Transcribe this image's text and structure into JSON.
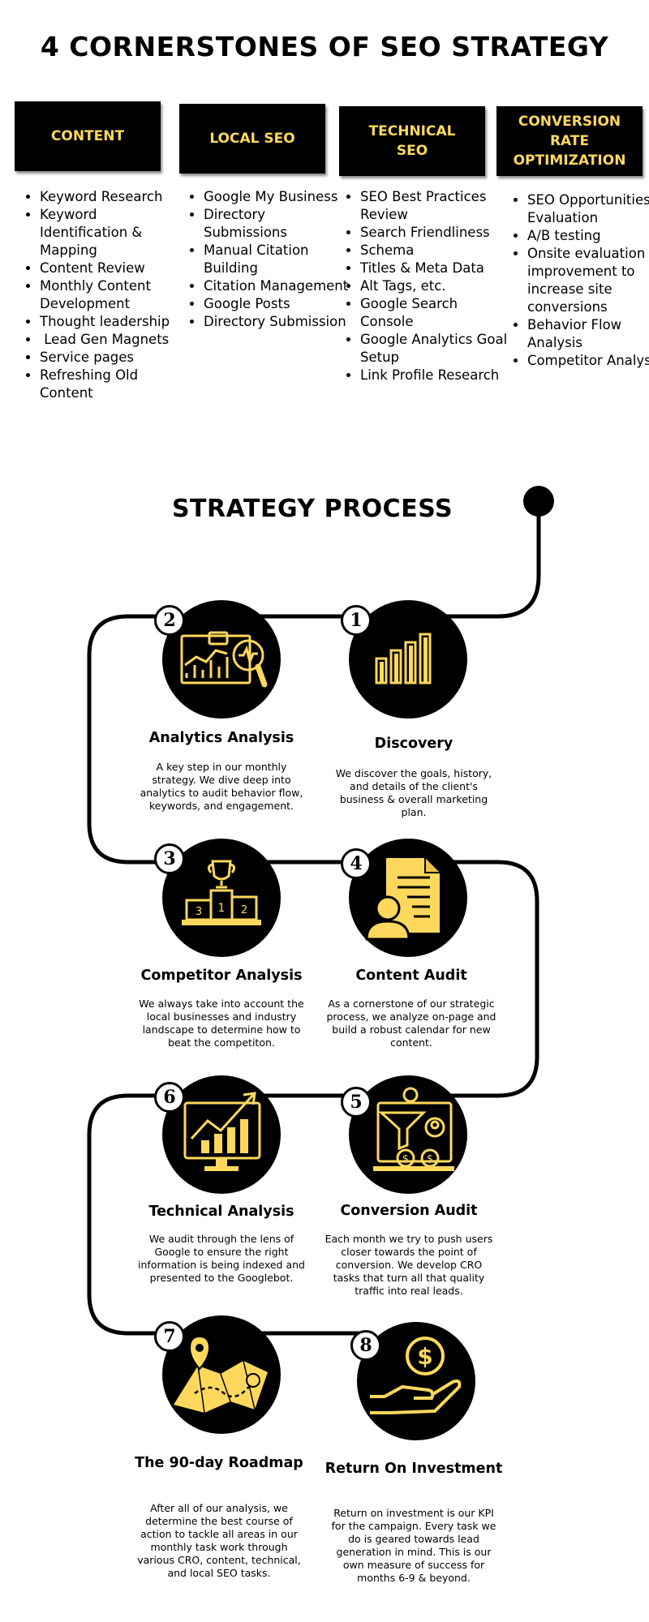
{
  "title": "4 CORNERSTONES OF SEO STRATEGY",
  "pillars": [
    {
      "label": "CONTENT",
      "items": [
        "Keyword Research",
        "Keyword Identification & Mapping",
        "Content Review",
        "Monthly Content Development",
        "Thought leadership",
        " Lead Gen Magnets",
        "Service pages",
        "Refreshing Old Content"
      ]
    },
    {
      "label": "LOCAL SEO",
      "items": [
        "Google My Business",
        "Directory Submissions",
        "Manual Citation Building",
        "Citation Management",
        "Google Posts",
        "Directory Submission"
      ]
    },
    {
      "label": "TECHNICAL SEO",
      "items": [
        "SEO Best Practices Review",
        "Search Friendliness",
        "Schema",
        "Titles & Meta Data",
        "Alt Tags, etc.",
        "Google Search Console",
        "Google Analytics Goal Setup",
        "Link Profile Research"
      ]
    },
    {
      "label": "CONVERSION RATE OPTIMIZATION",
      "items": [
        "SEO Opportunities Evaluation",
        "A/B testing",
        "Onsite evaluation & improvement to increase site conversions",
        "Behavior Flow Analysis",
        "Competitor Analysis"
      ]
    }
  ],
  "process_title": "STRATEGY PROCESS",
  "steps": [
    {
      "number": "1",
      "title": "Discovery",
      "description": "We discover the goals, history, and details of the client's business & overall marketing plan.",
      "icon": "bar-chart-icon"
    },
    {
      "number": "2",
      "title": "Analytics Analysis",
      "description": "A key step in our monthly strategy. We dive deep into analytics to audit behavior flow, keywords, and engagement.",
      "icon": "analytics-dashboard-icon"
    },
    {
      "number": "3",
      "title": "Competitor Analysis",
      "description": "We always take into account the local businesses and industry landscape to determine how to beat the competiton.",
      "icon": "podium-trophy-icon"
    },
    {
      "number": "4",
      "title": "Content Audit",
      "description": "As a cornerstone of our strategic process, we analyze on-page and build a robust calendar for new content.",
      "icon": "document-user-icon"
    },
    {
      "number": "5",
      "title": "Conversion Audit",
      "description": "Each month we try to push users closer towards the point of conversion. We develop CRO tasks that turn all that quality traffic into real leads.",
      "icon": "conversion-funnel-icon"
    },
    {
      "number": "6",
      "title": "Technical Analysis",
      "description": "We audit through the lens of Google to ensure the right information is being indexed and presented to the Googlebot.",
      "icon": "monitor-growth-icon"
    },
    {
      "number": "7",
      "title": "The 90-day Roadmap",
      "description": "After all of our analysis, we determine the best course of action to tackle all areas in our monthly task work through various CRO, content, technical, and local SEO tasks.",
      "icon": "roadmap-icon"
    },
    {
      "number": "8",
      "title": "Return On Investment",
      "description": "Return on investment is our KPI for the campaign. Every task we do is geared towards lead generation in mind. This is our own measure of success for months 6-9 & beyond.",
      "icon": "hand-dollar-icon"
    }
  ],
  "colors": {
    "accent": "#fdd85d",
    "dark": "#000000",
    "background": "#ffffff"
  }
}
